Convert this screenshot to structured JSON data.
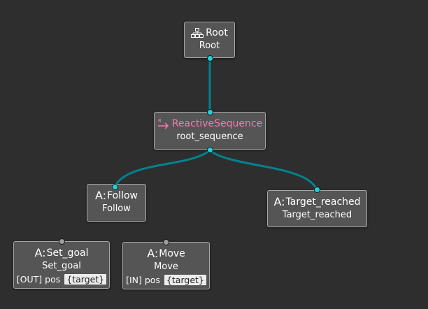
{
  "colors": {
    "background": "#2e2e2e",
    "node_fill": "#555555",
    "node_border": "#a8a8a8",
    "edge": "#00838f",
    "port_connected": "#1fd1de",
    "port_free": "#9e9e9e",
    "reactive_accent": "#f47bb0"
  },
  "nodes": {
    "root": {
      "icon": "tree-icon",
      "title": "Root",
      "name": "Root"
    },
    "sequence": {
      "icon_letter": "R",
      "title": "ReactiveSequence",
      "name": "root_sequence"
    },
    "follow": {
      "prefix": "A:",
      "title": "Follow",
      "name": "Follow"
    },
    "target_reached": {
      "prefix": "A:",
      "title": "Target_reached",
      "name": "Target_reached"
    },
    "set_goal": {
      "prefix": "A:",
      "title": "Set_goal",
      "name": "Set_goal",
      "port_dir": "[OUT]",
      "port_name": "pos",
      "port_value": "{target}"
    },
    "move": {
      "prefix": "A:",
      "title": "Move",
      "name": "Move",
      "port_dir": "[IN]",
      "port_name": "pos",
      "port_value": "{target}"
    }
  }
}
